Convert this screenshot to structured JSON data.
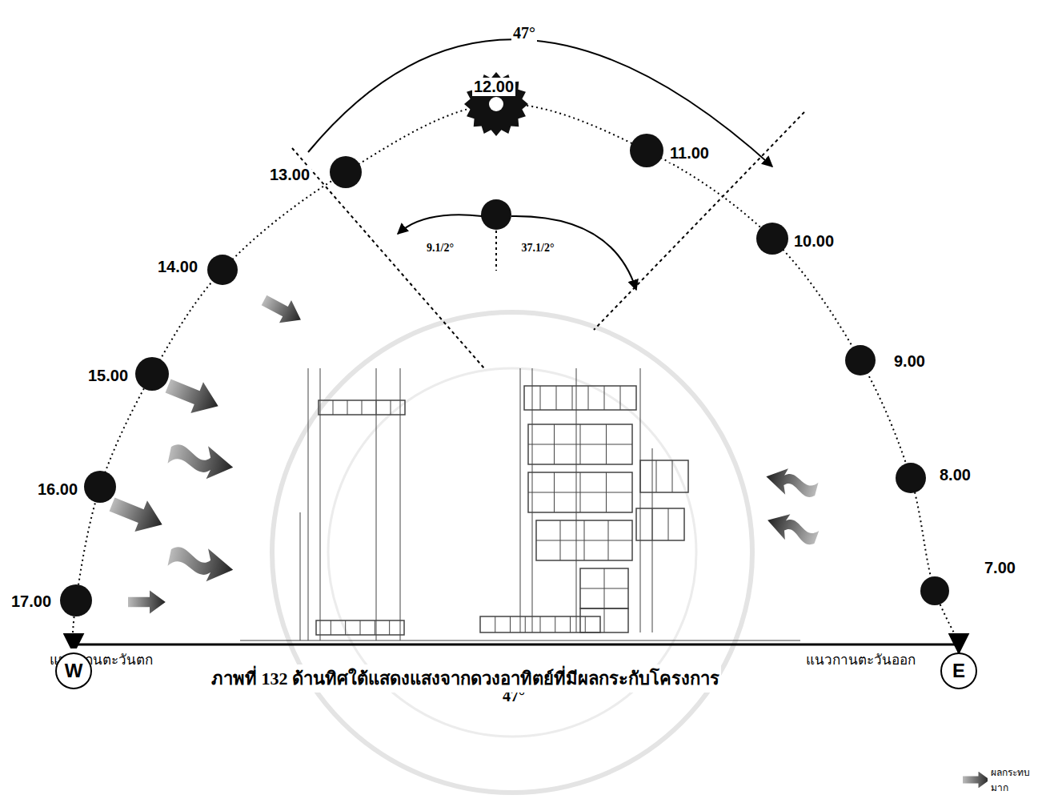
{
  "diagram": {
    "caption": "ภาพที่ 132 ด้านทิศใต้แสดงแสงจากดวงอาทิตย์ที่มีผลกระกับโครงการ",
    "nodes": [
      {
        "text": [
          "W"
        ]
      },
      {
        "text": [
          "E"
        ]
      }
    ],
    "edges": [
      {
        "from": 0,
        "to": 1,
        "arrow": "both"
      }
    ],
    "labels": [
      "47°",
      "12.00",
      "13.00",
      "11.00",
      "14.00",
      "10.00",
      "9.00",
      "15.00",
      "8.00",
      "16.00",
      "7.00",
      "17.00",
      "9.1/2°",
      "37.1/2°",
      "แนวแกนตะวันตก",
      "แนวกานตะวันออก",
      "47°"
    ],
    "legend": [
      {
        "text": "ผลกระทบมาก"
      }
    ]
  }
}
